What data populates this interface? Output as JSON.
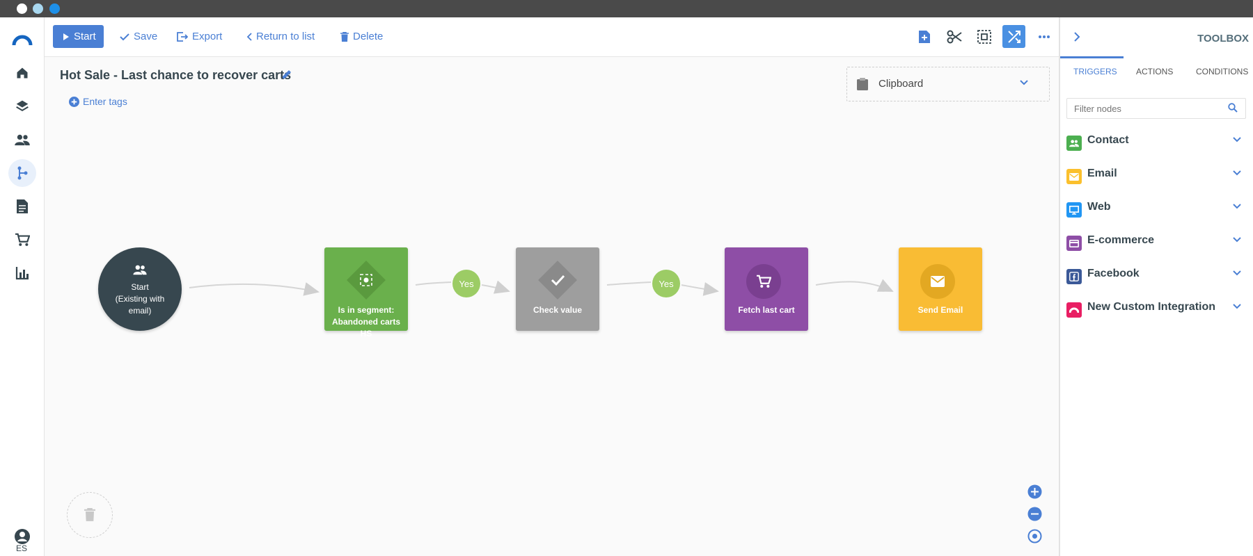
{
  "toolbar": {
    "start_label": "Start",
    "save_label": "Save",
    "export_label": "Export",
    "return_label": "Return to list",
    "delete_label": "Delete"
  },
  "workflow": {
    "title": "Hot Sale - Last chance to recover carts",
    "tags_placeholder": "Enter tags"
  },
  "clipboard": {
    "label": "Clipboard"
  },
  "nodes": [
    {
      "label": "Start\n(Existing with email)",
      "type": "start"
    },
    {
      "label": "Is in segment: Abandoned carts HS",
      "type": "condition",
      "color": "#6ab04c"
    },
    {
      "label": "Check value",
      "type": "condition",
      "color": "#9e9e9e"
    },
    {
      "label": "Fetch last cart",
      "type": "action",
      "color": "#8e4ea6"
    },
    {
      "label": "Send Email",
      "type": "action",
      "color": "#f9bc34"
    }
  ],
  "connectors": [
    "Yes",
    "Yes"
  ],
  "toolbox": {
    "title": "TOOLBOX",
    "tabs": [
      "TRIGGERS",
      "ACTIONS",
      "CONDITIONS"
    ],
    "active_tab": "TRIGGERS",
    "filter_placeholder": "Filter nodes",
    "categories": [
      {
        "label": "Contact",
        "color": "#4caf50",
        "icon": "people-icon"
      },
      {
        "label": "Email",
        "color": "#fbc02d",
        "icon": "envelope-icon"
      },
      {
        "label": "Web",
        "color": "#2196f3",
        "icon": "monitor-icon"
      },
      {
        "label": "E-commerce",
        "color": "#8e4ea6",
        "icon": "card-icon"
      },
      {
        "label": "Facebook",
        "color": "#3b5998",
        "icon": "facebook-icon"
      },
      {
        "label": "New Custom Integration",
        "color": "#e91e63",
        "icon": "integration-icon"
      }
    ]
  },
  "user": {
    "language": "ES"
  },
  "colors": {
    "accent": "#4a7fd4",
    "start_node": "#37474f"
  }
}
